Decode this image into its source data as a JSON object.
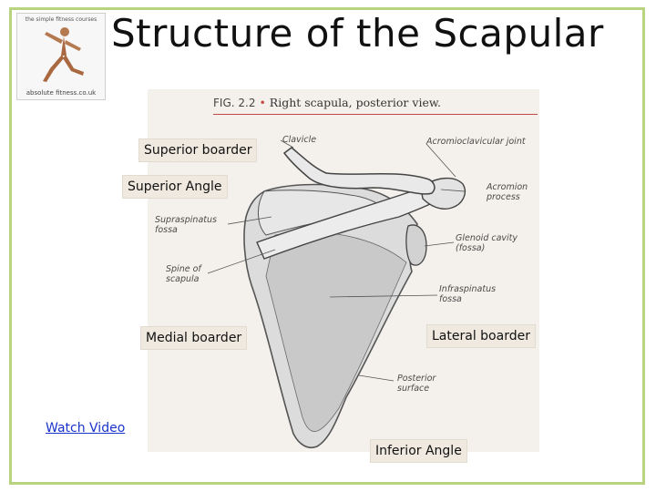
{
  "slide": {
    "title": "Structure of the Scapular",
    "logo": {
      "top_text": "the simple fitness courses",
      "bottom_text": "absolute fitness.co.uk"
    },
    "figure": {
      "fig_number": "FIG. 2.2",
      "caption": "Right scapula, posterior view.",
      "labels": {
        "clavicle": "Clavicle",
        "acromioclavicular_joint": "Acromioclavicular joint",
        "acromion_process": "Acromion\nprocess",
        "supraspinatus_fossa": "Supraspinatus\nfossa",
        "glenoid_cavity": "Glenoid cavity\n(fossa)",
        "spine_of_scapula": "Spine of\nscapula",
        "infraspinatus_fossa": "Infraspinatus\nfossa",
        "posterior_surface": "Posterior\nsurface"
      }
    },
    "callouts": {
      "superior_border": "Superior boarder",
      "superior_angle": "Superior Angle",
      "medial_border": "Medial boarder",
      "lateral_border": "Lateral boarder",
      "inferior_angle": "Inferior Angle"
    },
    "link": "Watch Video"
  },
  "colors": {
    "frame": "#b8d47e",
    "caption_rule": "#c24a44",
    "link": "#1a33cc",
    "callout_bg": "#efe9e0"
  }
}
